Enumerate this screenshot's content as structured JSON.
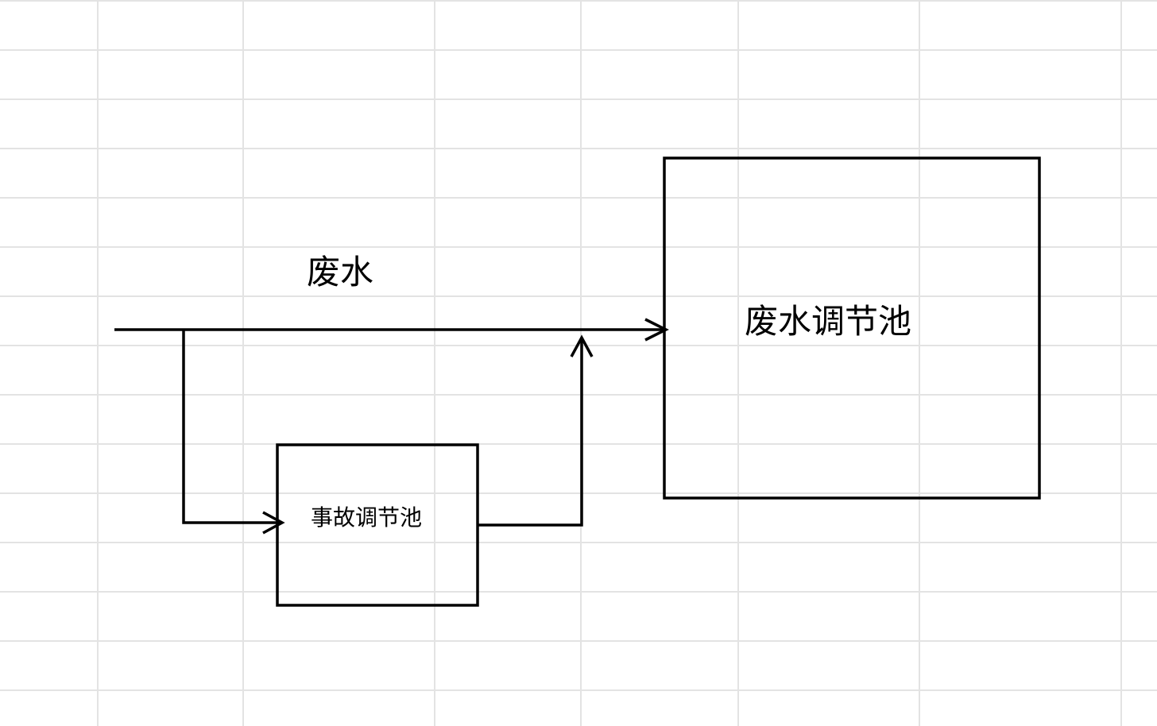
{
  "diagram": {
    "inflow_label": "废水",
    "accident_tank_label": "事故调节池",
    "regulating_tank_label": "废水调节池"
  },
  "colors": {
    "background": "#ffffff",
    "gridline": "#e3e3e3",
    "stroke": "#000000"
  }
}
